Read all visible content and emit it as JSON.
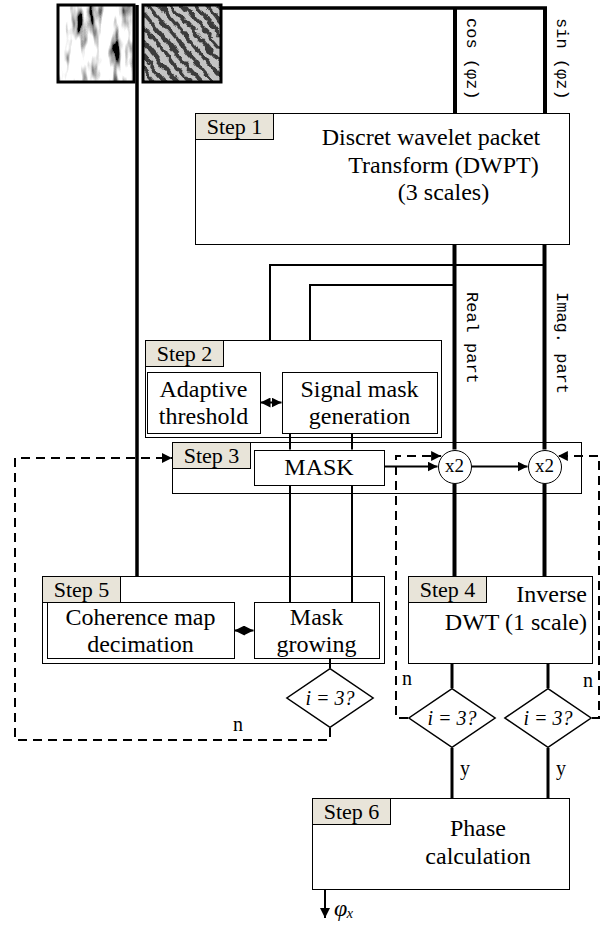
{
  "diagram": {
    "nodes": [
      {
        "text": [
          "Step 1",
          "Discret wavelet packet Transform (DWPT) (3 scales)"
        ]
      },
      {
        "text": [
          "Step 2"
        ]
      },
      {
        "text": [
          "Adaptive threshold"
        ],
        "in": 1
      },
      {
        "text": [
          "Signal mask generation"
        ],
        "in": 1
      },
      {
        "text": [
          "Step 3"
        ]
      },
      {
        "text": [
          "MASK"
        ],
        "in": 4
      },
      {
        "text": [
          "x2"
        ],
        "in": 4
      },
      {
        "text": [
          "x2"
        ],
        "in": 4
      },
      {
        "text": [
          "Step 5"
        ]
      },
      {
        "text": [
          "Coherence map decimation"
        ],
        "in": 8
      },
      {
        "text": [
          "Mask growing"
        ],
        "in": 8
      },
      {
        "text": [
          "Step 4",
          "Inverse DWT (1 scale)"
        ]
      },
      {
        "text": [
          "i = 3?"
        ]
      },
      {
        "text": [
          "i = 3?"
        ]
      },
      {
        "text": [
          "i = 3?"
        ]
      },
      {
        "text": [
          "Step 6",
          "Phase calculation"
        ]
      }
    ],
    "edges": [
      {
        "from": 0,
        "to": 6,
        "label": "Real part",
        "arrow": "none"
      },
      {
        "from": 0,
        "to": 7,
        "label": "Imag. part",
        "arrow": "none"
      },
      {
        "from": 0,
        "to": 1,
        "arrow": "none"
      },
      {
        "from": 0,
        "to": 1,
        "arrow": "none"
      },
      {
        "from": 2,
        "to": 3,
        "arrow": "both"
      },
      {
        "from": 3,
        "to": 5,
        "arrow": "none"
      },
      {
        "from": 3,
        "to": 5,
        "arrow": "none"
      },
      {
        "from": 5,
        "to": 6,
        "arrow": "to"
      },
      {
        "from": 6,
        "to": 7,
        "arrow": "to"
      },
      {
        "from": 5,
        "to": 10,
        "arrow": "none"
      },
      {
        "from": 5,
        "to": 10,
        "arrow": "none"
      },
      {
        "from": 9,
        "to": 10,
        "arrow": "both"
      },
      {
        "from": 6,
        "to": 11,
        "arrow": "none"
      },
      {
        "from": 7,
        "to": 11,
        "arrow": "none"
      },
      {
        "from": 10,
        "to": 12,
        "arrow": "none"
      },
      {
        "from": 11,
        "to": 13,
        "arrow": "none"
      },
      {
        "from": 11,
        "to": 14,
        "arrow": "none"
      },
      {
        "from": 12,
        "to": 4,
        "label": "n",
        "arrow": "to"
      },
      {
        "from": 13,
        "to": 6,
        "label": "n",
        "arrow": "to"
      },
      {
        "from": 14,
        "to": 7,
        "label": "n",
        "arrow": "to"
      },
      {
        "from": 13,
        "to": 15,
        "label": "y",
        "arrow": "none"
      },
      {
        "from": 14,
        "to": 15,
        "label": "y",
        "arrow": "none"
      }
    ],
    "labels": [
      "cos (φz)",
      "sin (φz)",
      "φₓ"
    ]
  }
}
